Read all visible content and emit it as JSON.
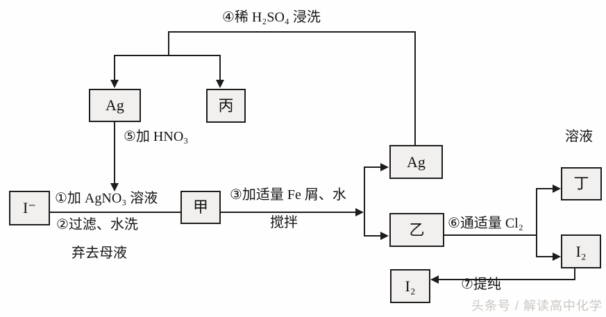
{
  "diagram": {
    "title_hint": "chemistry separation flowchart",
    "boxes": {
      "iodide": "I⁻",
      "ag_top": "Ag",
      "bing": "丙",
      "jia": "甲",
      "ag_right": "Ag",
      "yi": "乙",
      "ding": "丁",
      "i2_right": "I₂",
      "i2_bottom": "I₂"
    },
    "labels": {
      "step1": "①加 AgNO₃ 溶液",
      "step2": "②过滤、水洗",
      "discard": "弃去母液",
      "step3": "③加适量 Fe 屑、水",
      "stir": "搅拌",
      "step4": "④稀 H₂SO₄ 浸洗",
      "step5": "⑤加 HNO₃",
      "step6": "⑥通适量 Cl₂",
      "step7": "⑦提纯",
      "solution": "溶液"
    },
    "watermark": "头条号 / 解读高中化学",
    "colors": {
      "background": "#fefefe",
      "line": "#1c1c1c",
      "box_fill": "#f1f0ee",
      "box_border": "#1c1c1c",
      "text": "#141414",
      "watermark": "#cbc5c1"
    }
  }
}
